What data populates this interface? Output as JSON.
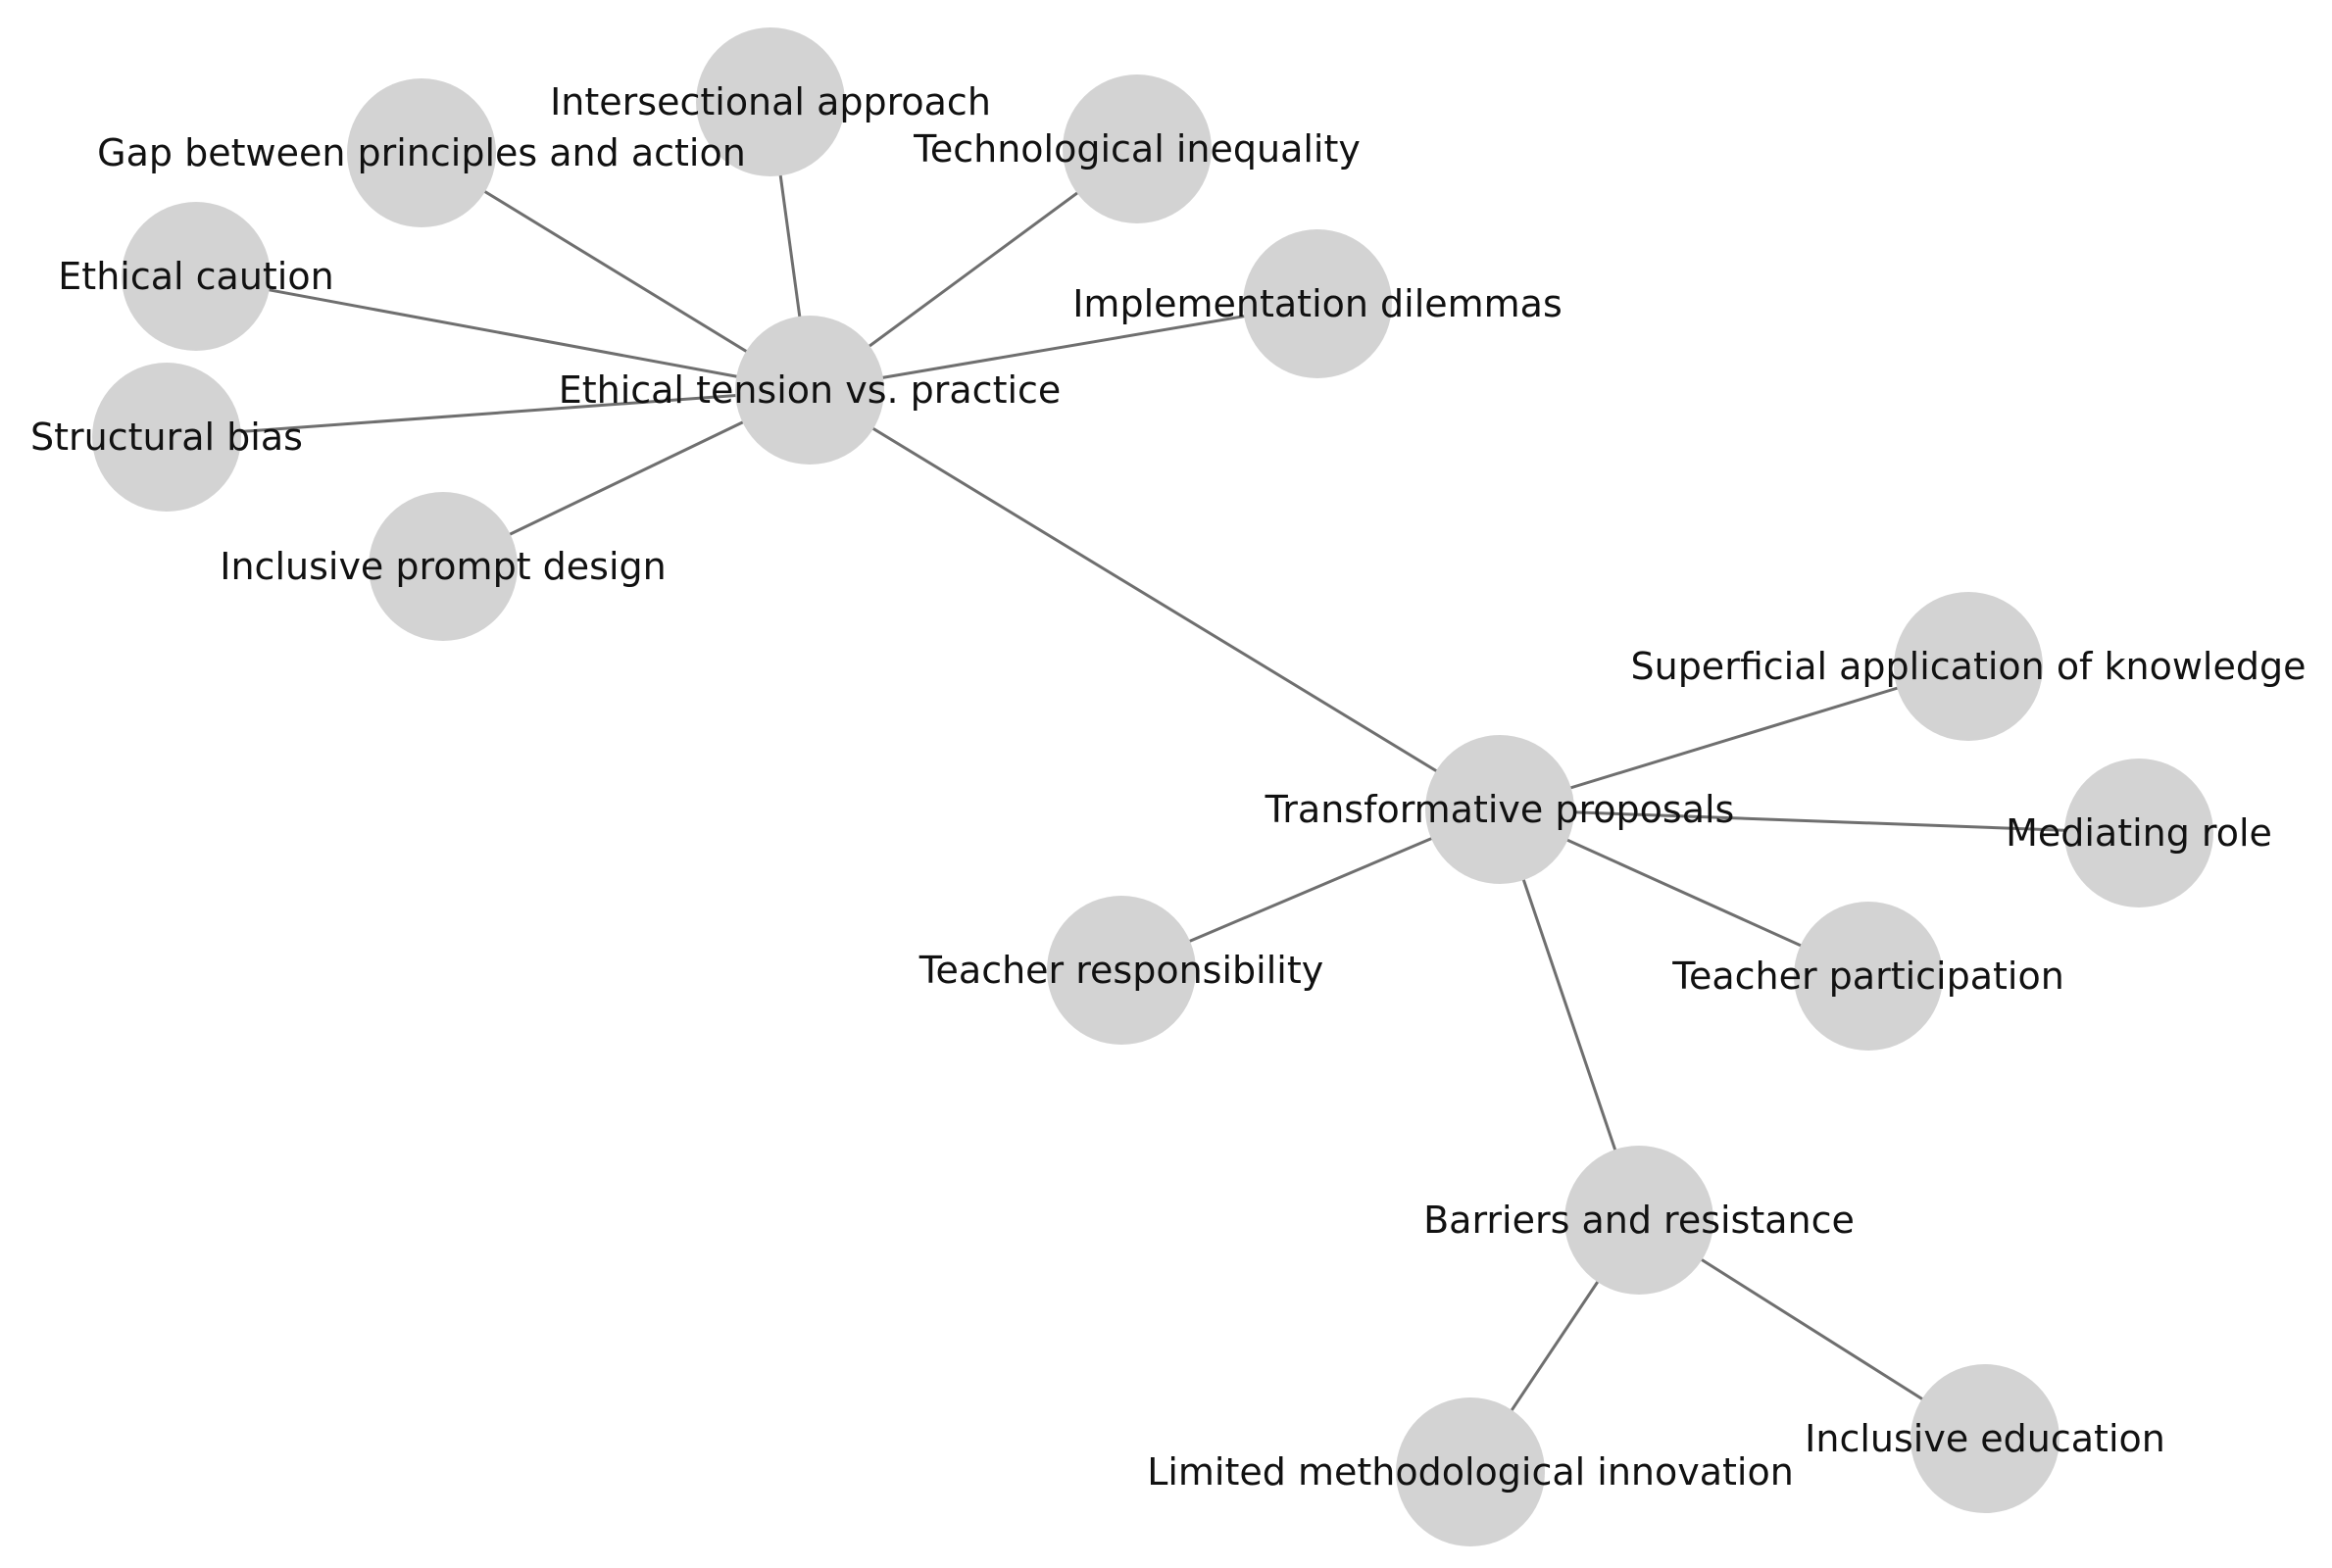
{
  "diagram": {
    "type": "network",
    "node_color": "#d3d3d3",
    "edge_color": "#6f6f6f",
    "label_color": "#111111",
    "nodes": [
      {
        "id": "ethical-tension",
        "label": "Ethical tension vs. practice"
      },
      {
        "id": "transformative",
        "label": "Transformative proposals"
      },
      {
        "id": "barriers",
        "label": "Barriers and resistance"
      },
      {
        "id": "gap",
        "label": "Gap between principles and action"
      },
      {
        "id": "intersectional",
        "label": "Intersectional approach"
      },
      {
        "id": "tech-inequality",
        "label": "Technological inequality"
      },
      {
        "id": "ethical-caution",
        "label": "Ethical caution"
      },
      {
        "id": "implementation",
        "label": "Implementation dilemmas"
      },
      {
        "id": "structural-bias",
        "label": "Structural bias"
      },
      {
        "id": "inclusive-prompt",
        "label": "Inclusive prompt design"
      },
      {
        "id": "superficial",
        "label": "Superficial application of knowledge"
      },
      {
        "id": "mediating",
        "label": "Mediating role"
      },
      {
        "id": "teacher-responsibility",
        "label": "Teacher responsibility"
      },
      {
        "id": "teacher-participation",
        "label": "Teacher participation"
      },
      {
        "id": "limited-innovation",
        "label": "Limited methodological innovation"
      },
      {
        "id": "inclusive-education",
        "label": "Inclusive education"
      }
    ],
    "edges": [
      [
        "ethical-tension",
        "gap"
      ],
      [
        "ethical-tension",
        "intersectional"
      ],
      [
        "ethical-tension",
        "tech-inequality"
      ],
      [
        "ethical-tension",
        "ethical-caution"
      ],
      [
        "ethical-tension",
        "implementation"
      ],
      [
        "ethical-tension",
        "structural-bias"
      ],
      [
        "ethical-tension",
        "inclusive-prompt"
      ],
      [
        "ethical-tension",
        "transformative"
      ],
      [
        "transformative",
        "superficial"
      ],
      [
        "transformative",
        "mediating"
      ],
      [
        "transformative",
        "teacher-responsibility"
      ],
      [
        "transformative",
        "teacher-participation"
      ],
      [
        "transformative",
        "barriers"
      ],
      [
        "barriers",
        "limited-innovation"
      ],
      [
        "barriers",
        "inclusive-education"
      ]
    ]
  }
}
